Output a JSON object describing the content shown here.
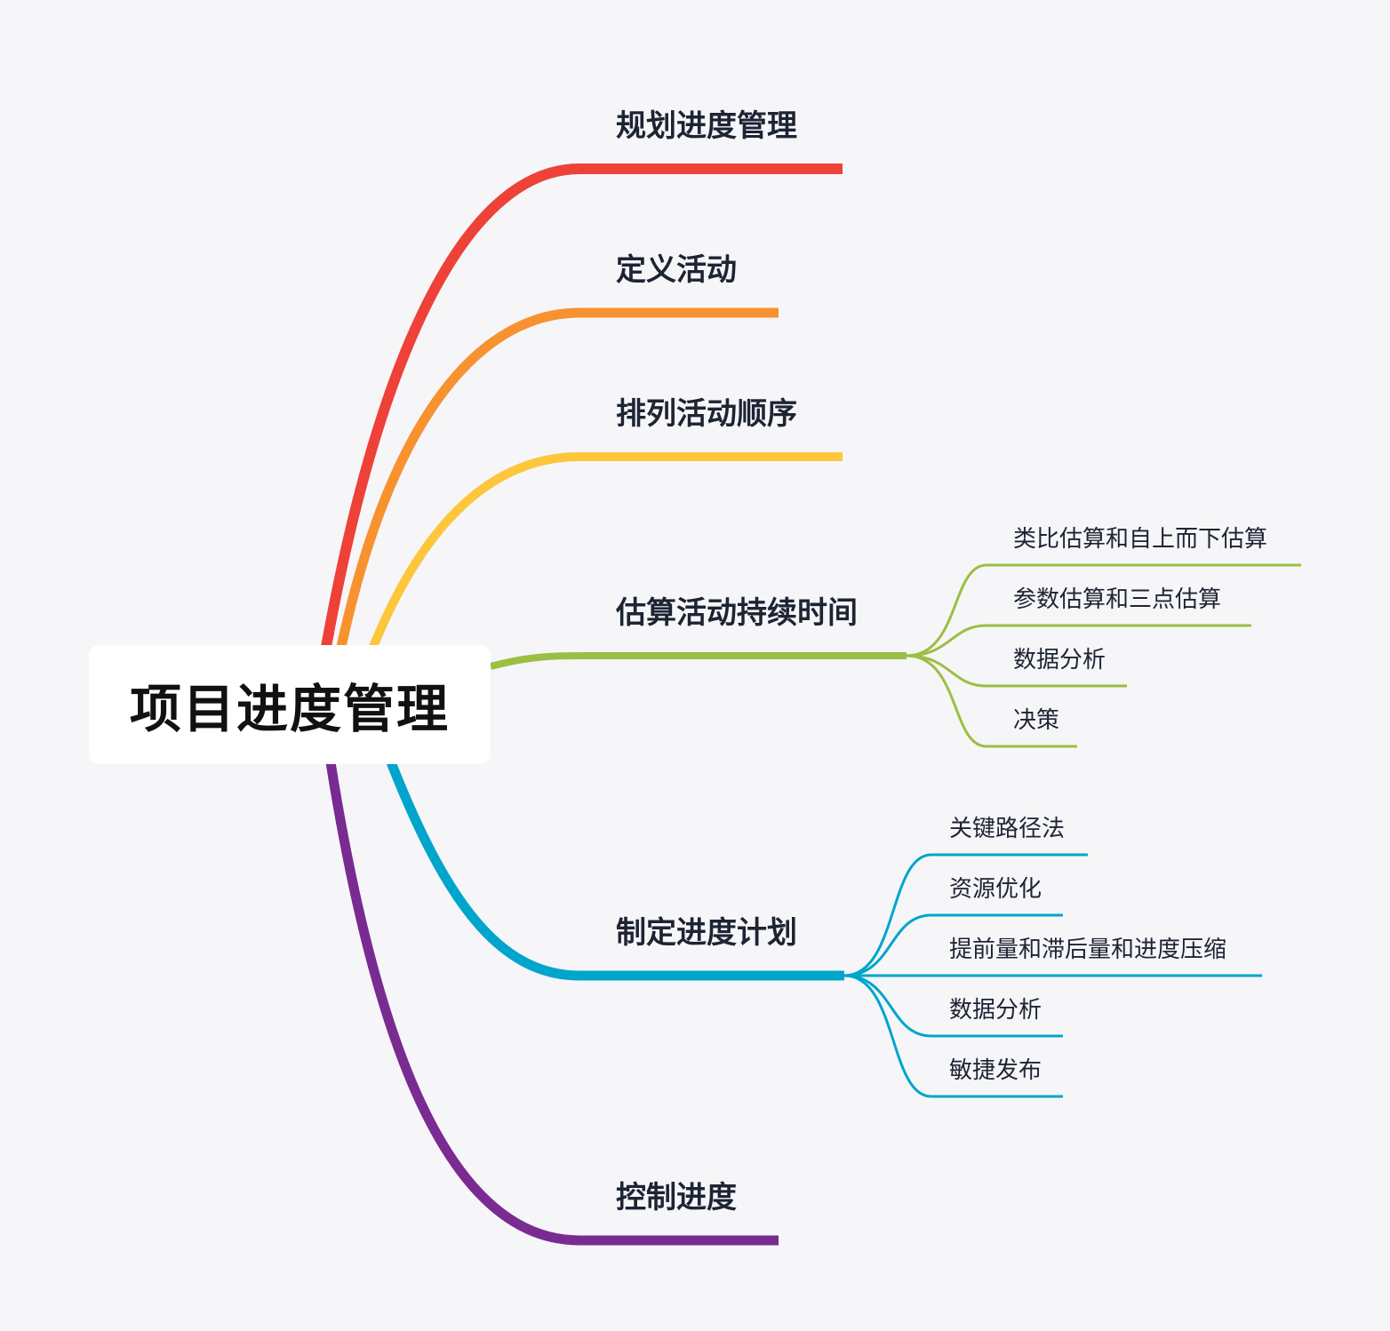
{
  "root": {
    "label": "项目进度管理"
  },
  "colors": {
    "background": "#f6f6f9",
    "text": "#1d2432",
    "branches": [
      "#ee4138",
      "#f7922f",
      "#fdc63b",
      "#9bbf42",
      "#00a5cc",
      "#7a2b91"
    ]
  },
  "topics": [
    {
      "label": "规划进度管理",
      "color": "#ee4138"
    },
    {
      "label": "定义活动",
      "color": "#f7922f"
    },
    {
      "label": "排列活动顺序",
      "color": "#fdc63b"
    },
    {
      "label": "估算活动持续时间",
      "color": "#9bbf42",
      "children": [
        "类比估算和自上而下估算",
        "参数估算和三点估算",
        "数据分析",
        "决策"
      ]
    },
    {
      "label": "制定进度计划",
      "color": "#00a5cc",
      "children": [
        "关键路径法",
        "资源优化",
        "提前量和滞后量和进度压缩",
        "数据分析",
        "敏捷发布"
      ]
    },
    {
      "label": "控制进度",
      "color": "#7a2b91"
    }
  ]
}
